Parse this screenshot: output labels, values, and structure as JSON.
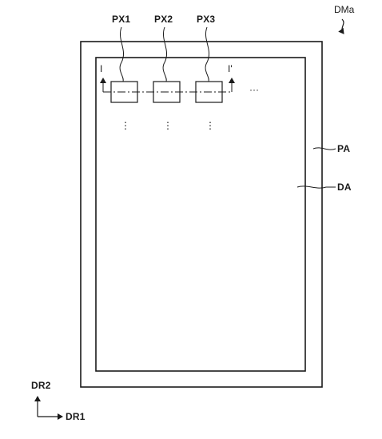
{
  "labels": {
    "device": "DMa",
    "peripheral_area": "PA",
    "display_area": "DA",
    "pixels": [
      "PX1",
      "PX2",
      "PX3"
    ],
    "section_start": "I",
    "section_end": "I'",
    "ellipsis_horizontal": "···",
    "ellipsis_vertical": "⋮"
  },
  "axes": {
    "vertical": "DR2",
    "horizontal": "DR1"
  }
}
